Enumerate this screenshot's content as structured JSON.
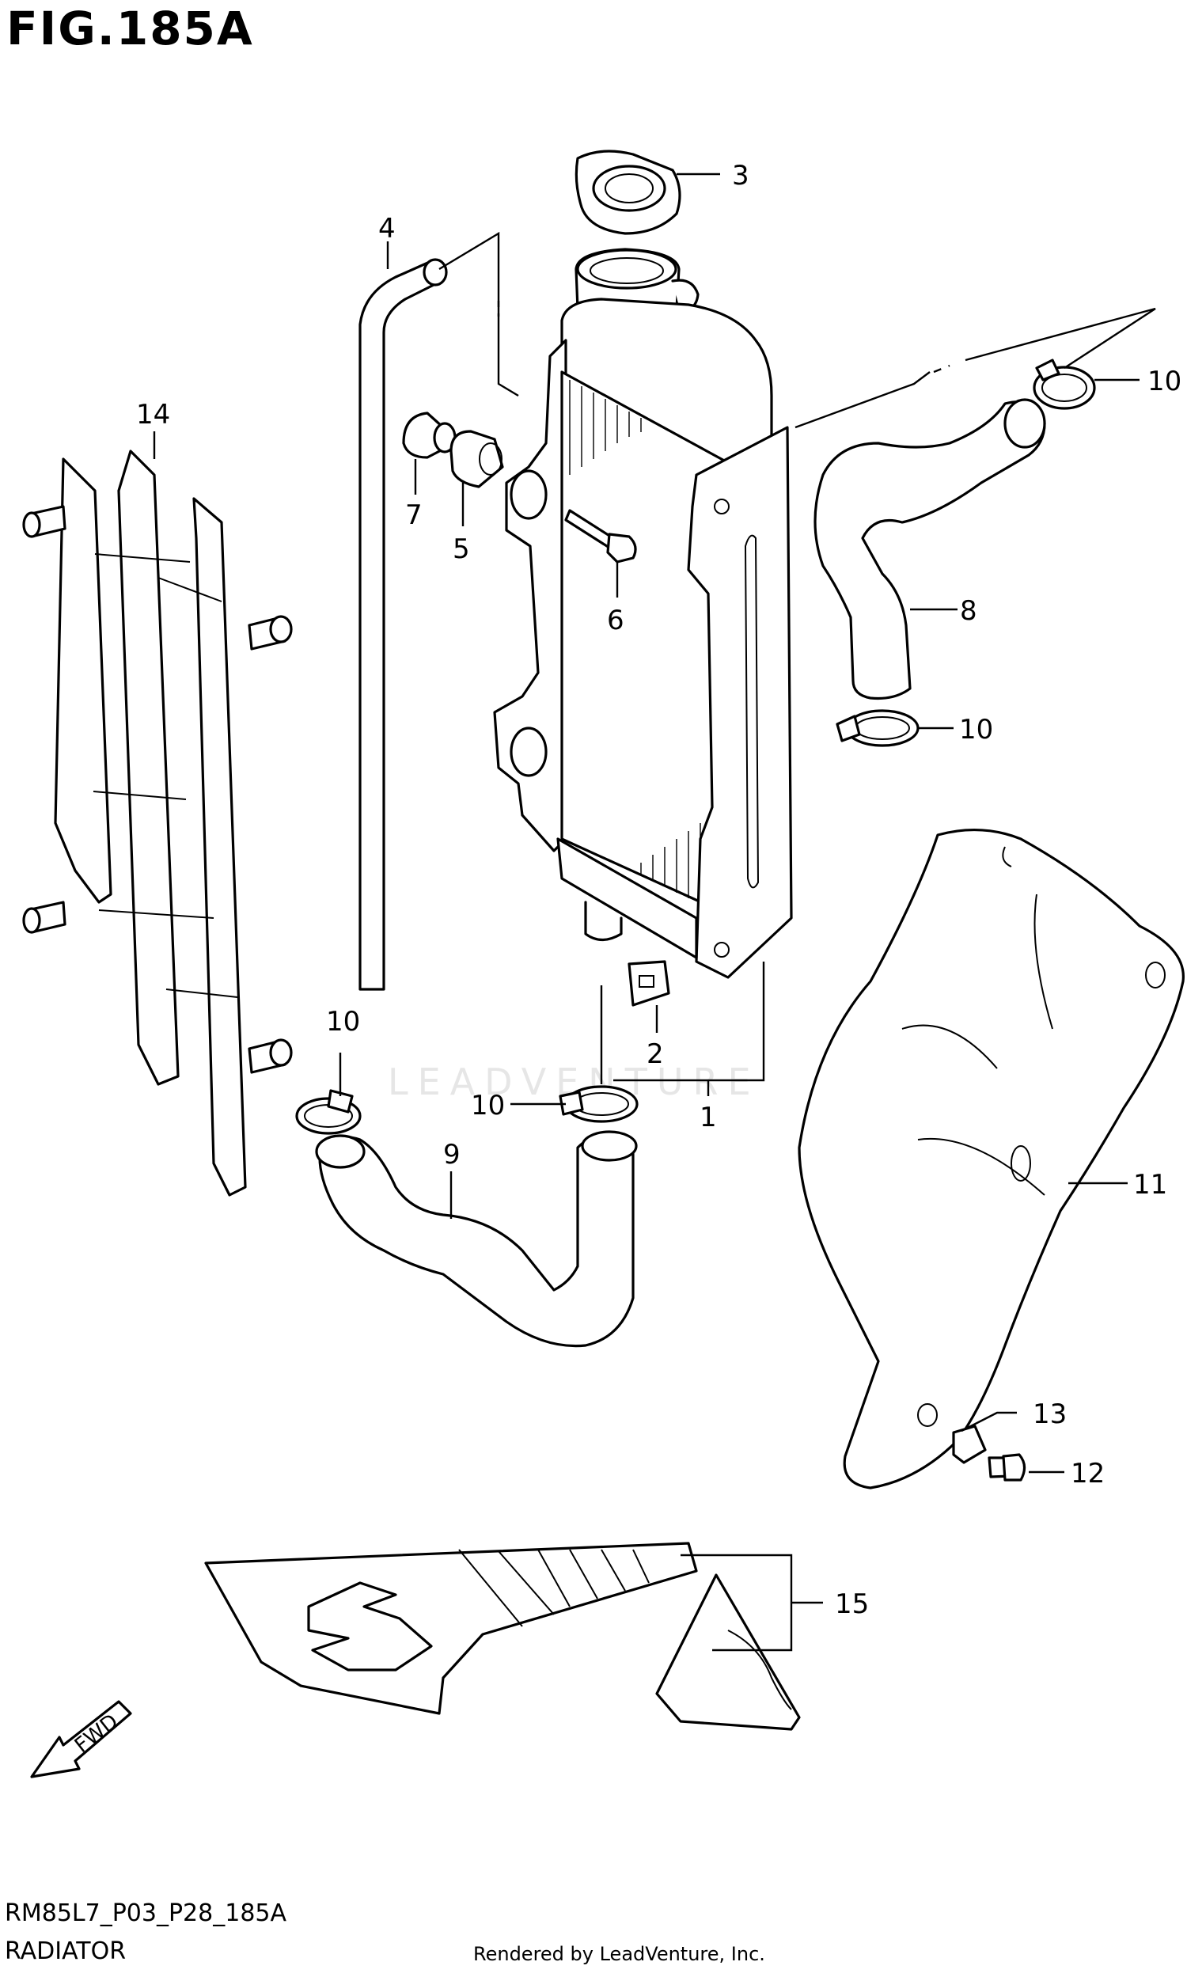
{
  "figure": {
    "title": "FIG.185A"
  },
  "watermark": "LEADVENTURE",
  "callouts": [
    {
      "id": "c1",
      "label": "1"
    },
    {
      "id": "c2",
      "label": "2"
    },
    {
      "id": "c3",
      "label": "3"
    },
    {
      "id": "c4",
      "label": "4"
    },
    {
      "id": "c5",
      "label": "5"
    },
    {
      "id": "c6",
      "label": "6"
    },
    {
      "id": "c7",
      "label": "7"
    },
    {
      "id": "c8",
      "label": "8"
    },
    {
      "id": "c9",
      "label": "9"
    },
    {
      "id": "c10a",
      "label": "10"
    },
    {
      "id": "c10b",
      "label": "10"
    },
    {
      "id": "c10c",
      "label": "10"
    },
    {
      "id": "c10d",
      "label": "10"
    },
    {
      "id": "c11",
      "label": "11"
    },
    {
      "id": "c12",
      "label": "12"
    },
    {
      "id": "c13",
      "label": "13"
    },
    {
      "id": "c14",
      "label": "14"
    },
    {
      "id": "c15",
      "label": "15"
    }
  ],
  "fwd_label": "FWD",
  "footer": {
    "diagram_code": "RM85L7_P03_P28_185A",
    "section_name": "RADIATOR",
    "credit": "Rendered by LeadVenture, Inc."
  }
}
